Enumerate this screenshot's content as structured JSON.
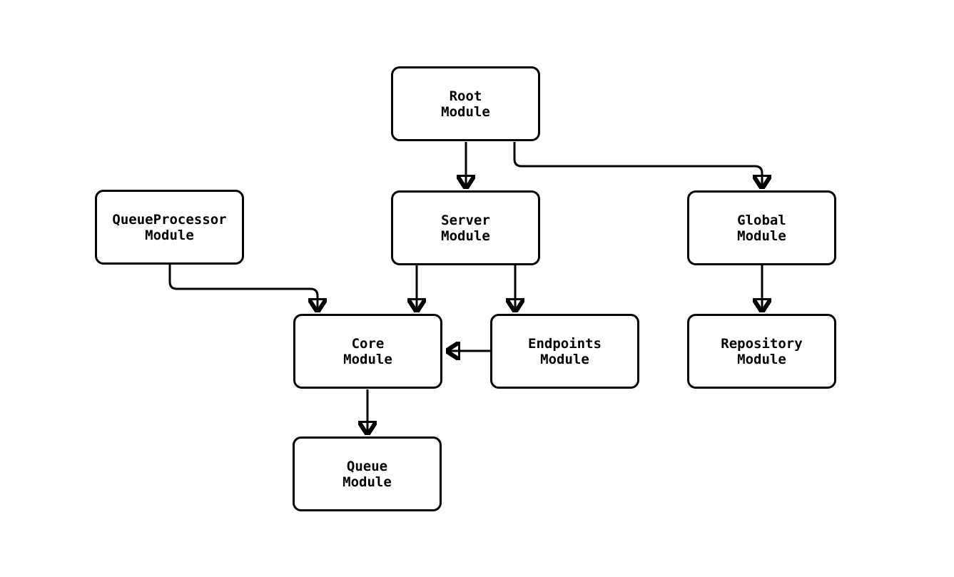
{
  "diagram": {
    "background": "#ffffff",
    "node_fill": "#ffffff",
    "node_border_color": "#000000",
    "edge_color": "#000000",
    "text_color": "#000000",
    "nodes": [
      {
        "id": "root",
        "line1": "Root",
        "line2": "Module"
      },
      {
        "id": "queueprocessor",
        "line1": "QueueProcessor",
        "line2": "Module"
      },
      {
        "id": "server",
        "line1": "Server",
        "line2": "Module"
      },
      {
        "id": "global",
        "line1": "Global",
        "line2": "Module"
      },
      {
        "id": "core",
        "line1": "Core",
        "line2": "Module"
      },
      {
        "id": "endpoints",
        "line1": "Endpoints",
        "line2": "Module"
      },
      {
        "id": "repository",
        "line1": "Repository",
        "line2": "Module"
      },
      {
        "id": "queue",
        "line1": "Queue",
        "line2": "Module"
      }
    ],
    "edges": [
      {
        "from": "Root Module",
        "to": "Server Module"
      },
      {
        "from": "Root Module",
        "to": "Global Module"
      },
      {
        "from": "QueueProcessor Module",
        "to": "Core Module"
      },
      {
        "from": "Server Module",
        "to": "Core Module"
      },
      {
        "from": "Server Module",
        "to": "Endpoints Module"
      },
      {
        "from": "Endpoints Module",
        "to": "Core Module"
      },
      {
        "from": "Global Module",
        "to": "Repository Module"
      },
      {
        "from": "Core Module",
        "to": "Queue Module"
      }
    ]
  }
}
